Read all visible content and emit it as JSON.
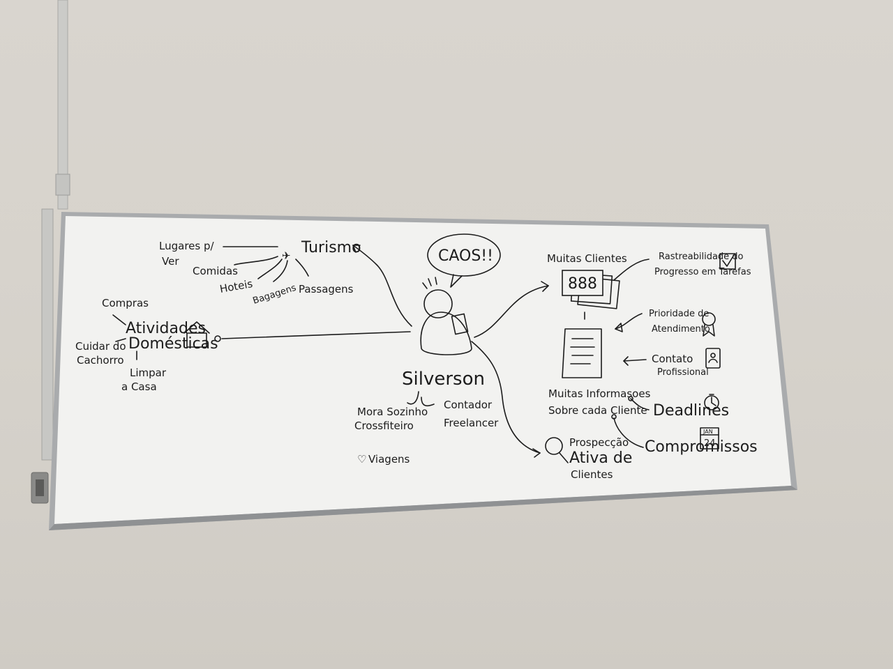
{
  "whiteboard": {
    "center": {
      "name": "Silverson",
      "speech": "CAOS!!"
    },
    "center_details": [
      "Mora Sozinho",
      "Crossfiteiro",
      "Contador",
      "Freelancer",
      "Viagens"
    ],
    "turismo": {
      "title": "Turismo",
      "items": [
        "Lugares p/",
        "Ver",
        "Comidas",
        "Hoteis",
        "Bagagens",
        "Passagens"
      ]
    },
    "atividades": {
      "title_line1": "Atividades",
      "title_line2": "Domésticas",
      "items": [
        "Compras",
        "Cuidar do",
        "Cachorro",
        "Limpar",
        "a Casa"
      ]
    },
    "clientes": {
      "title": "Muitas Clientes",
      "counter": "888",
      "info_line1": "Muitas Informasoes",
      "info_line2": "Sobre cada Cliente"
    },
    "needs": {
      "rastreabilidade_line1": "Rastreabilidade do",
      "rastreabilidade_line2": "Progresso em Tarefas",
      "prioridade_line1": "Prioridade de",
      "prioridade_line2": "Atendimento",
      "contato_line1": "Contato",
      "contato_line2": "Profissional",
      "deadlines": "Deadlines",
      "compromissos": "Compromissos",
      "calendar_month": "JAN",
      "calendar_day": "24"
    },
    "prospeccao": {
      "line1": "Prospecção",
      "line2": "Ativa de",
      "line3": "Clientes"
    }
  },
  "colors": {
    "wall": "#d7d3cc",
    "board": "#f3f3f1",
    "frame": "#b9bbbd",
    "ink": "#1c1c1c",
    "conduit": "#c9c9c6"
  }
}
